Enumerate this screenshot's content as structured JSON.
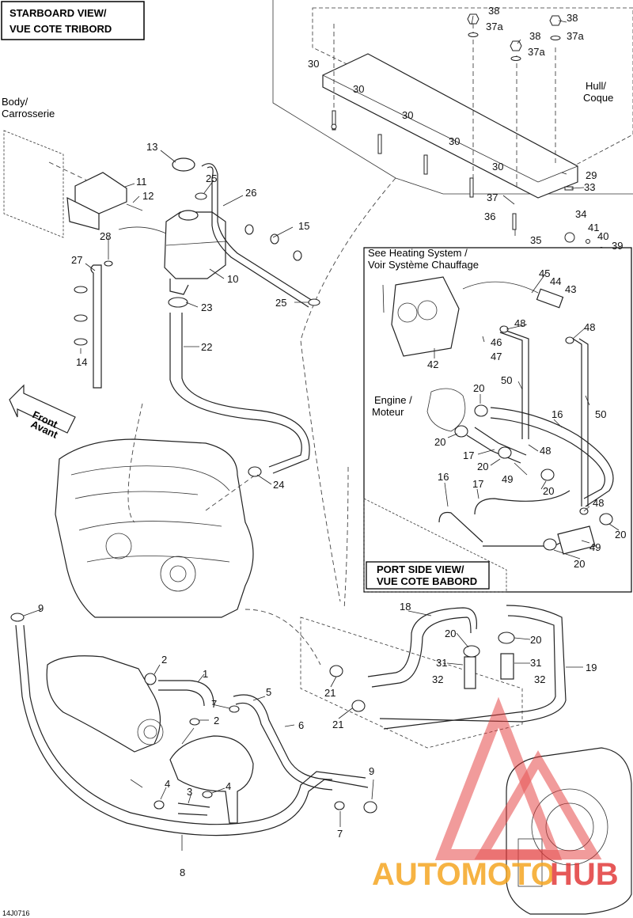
{
  "titles": {
    "starboard_line1": "STARBOARD VIEW/",
    "starboard_line2": "VUE COTE TRIBORD",
    "port_line1": "PORT SIDE VIEW/",
    "port_line2": "VUE COTE BABORD"
  },
  "notes": {
    "body_line1": "Body/",
    "body_line2": "Carrosserie",
    "hull_line1": "Hull/",
    "hull_line2": "Coque",
    "heating_line1": "See Heating System /",
    "heating_line2": "Voir Système Chauffage",
    "engine_line1": "Engine /",
    "engine_line2": "Moteur",
    "front_line1": "Front",
    "front_line2": "Avant"
  },
  "ref_code": "14J0716",
  "watermark": {
    "part1": "AUTOMOTO",
    "part2": "HUB",
    "color1": "#f5a623",
    "color2": "#e23b3b"
  },
  "callouts": [
    {
      "id": "38a",
      "text": "38"
    },
    {
      "id": "37aa",
      "text": "37a"
    },
    {
      "id": "38b",
      "text": "38"
    },
    {
      "id": "37ab",
      "text": "37a"
    },
    {
      "id": "38c",
      "text": "38"
    },
    {
      "id": "37ac",
      "text": "37a"
    },
    {
      "id": "30a",
      "text": "30"
    },
    {
      "id": "30b",
      "text": "30"
    },
    {
      "id": "30c",
      "text": "30"
    },
    {
      "id": "30d",
      "text": "30"
    },
    {
      "id": "30e",
      "text": "30"
    },
    {
      "id": "29",
      "text": "29"
    },
    {
      "id": "33",
      "text": "33"
    },
    {
      "id": "34",
      "text": "34"
    },
    {
      "id": "37",
      "text": "37"
    },
    {
      "id": "36",
      "text": "36"
    },
    {
      "id": "35",
      "text": "35"
    },
    {
      "id": "41",
      "text": "41"
    },
    {
      "id": "40",
      "text": "40"
    },
    {
      "id": "39",
      "text": "39"
    },
    {
      "id": "13",
      "text": "13"
    },
    {
      "id": "11",
      "text": "11"
    },
    {
      "id": "12",
      "text": "12"
    },
    {
      "id": "25a",
      "text": "25"
    },
    {
      "id": "26",
      "text": "26"
    },
    {
      "id": "15",
      "text": "15"
    },
    {
      "id": "28",
      "text": "28"
    },
    {
      "id": "27",
      "text": "27"
    },
    {
      "id": "10",
      "text": "10"
    },
    {
      "id": "23",
      "text": "23"
    },
    {
      "id": "25b",
      "text": "25"
    },
    {
      "id": "22",
      "text": "22"
    },
    {
      "id": "14",
      "text": "14"
    },
    {
      "id": "24",
      "text": "24"
    },
    {
      "id": "45",
      "text": "45"
    },
    {
      "id": "44",
      "text": "44"
    },
    {
      "id": "43",
      "text": "43"
    },
    {
      "id": "48a",
      "text": "48"
    },
    {
      "id": "48b",
      "text": "48"
    },
    {
      "id": "46",
      "text": "46"
    },
    {
      "id": "47",
      "text": "47"
    },
    {
      "id": "42",
      "text": "42"
    },
    {
      "id": "50a",
      "text": "50"
    },
    {
      "id": "50b",
      "text": "50"
    },
    {
      "id": "20a",
      "text": "20"
    },
    {
      "id": "16a",
      "text": "16"
    },
    {
      "id": "20b",
      "text": "20"
    },
    {
      "id": "17a",
      "text": "17"
    },
    {
      "id": "48c",
      "text": "48"
    },
    {
      "id": "20c",
      "text": "20"
    },
    {
      "id": "49a",
      "text": "49"
    },
    {
      "id": "20d",
      "text": "20"
    },
    {
      "id": "16b",
      "text": "16"
    },
    {
      "id": "17b",
      "text": "17"
    },
    {
      "id": "48d",
      "text": "48"
    },
    {
      "id": "20e",
      "text": "20"
    },
    {
      "id": "49b",
      "text": "49"
    },
    {
      "id": "20f",
      "text": "20"
    },
    {
      "id": "9a",
      "text": "9"
    },
    {
      "id": "18",
      "text": "18"
    },
    {
      "id": "20g",
      "text": "20"
    },
    {
      "id": "20h",
      "text": "20"
    },
    {
      "id": "31a",
      "text": "31"
    },
    {
      "id": "31b",
      "text": "31"
    },
    {
      "id": "32a",
      "text": "32"
    },
    {
      "id": "32b",
      "text": "32"
    },
    {
      "id": "19",
      "text": "19"
    },
    {
      "id": "21a",
      "text": "21"
    },
    {
      "id": "21b",
      "text": "21"
    },
    {
      "id": "2a",
      "text": "2"
    },
    {
      "id": "1",
      "text": "1"
    },
    {
      "id": "5",
      "text": "5"
    },
    {
      "id": "7a",
      "text": "7"
    },
    {
      "id": "2b",
      "text": "2"
    },
    {
      "id": "6",
      "text": "6"
    },
    {
      "id": "4a",
      "text": "4"
    },
    {
      "id": "3",
      "text": "3"
    },
    {
      "id": "4b",
      "text": "4"
    },
    {
      "id": "9b",
      "text": "9"
    },
    {
      "id": "7b",
      "text": "7"
    },
    {
      "id": "8",
      "text": "8"
    }
  ]
}
